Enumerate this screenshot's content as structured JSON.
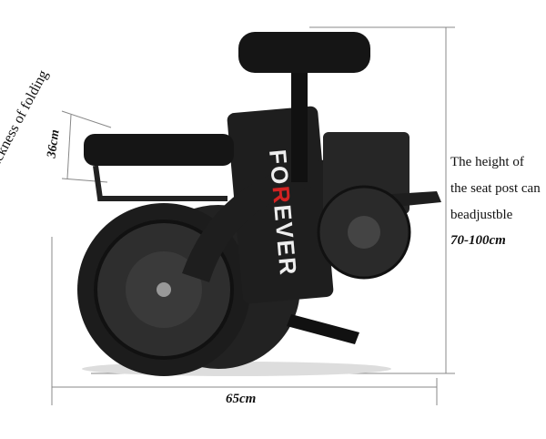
{
  "labels": {
    "thickness_title": "Thickness of folding",
    "thickness_value": "36cm",
    "seat_height_line1": "The height of",
    "seat_height_line2": "the seat post can",
    "seat_height_line3": "beadjustble",
    "seat_height_value": "70-100cm",
    "length_value": "65cm"
  },
  "brand_logo_text": "FOREVER",
  "colors": {
    "bike": "#1a1a1a",
    "dimension_lines": "#888888",
    "logo_accent": "#d22222"
  }
}
